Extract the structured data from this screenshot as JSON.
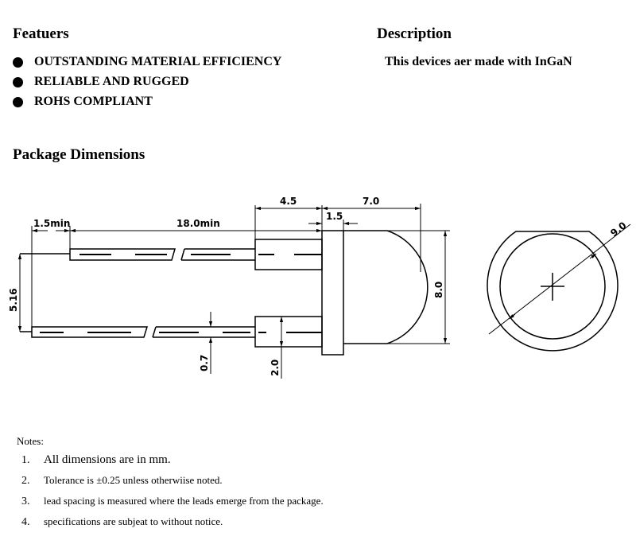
{
  "features": {
    "title": "Featuers",
    "items": [
      "OUTSTANDING MATERIAL EFFICIENCY",
      "RELIABLE AND RUGGED",
      "ROHS COMPLIANT"
    ]
  },
  "description": {
    "title": "Description",
    "text": "This devices aer made with InGaN"
  },
  "package": {
    "title": "Package Dimensions",
    "dims": {
      "lead_min_1": "1.5min",
      "lead_min_2": "18.0min",
      "stub": "4.5",
      "body": "7.0",
      "flange": "1.5",
      "spacing": "5.16",
      "height": "8.0",
      "lead_width": "0.7",
      "stub_height": "2.0",
      "diameter": "9.0"
    }
  },
  "notes": {
    "title": "Notes:",
    "items": [
      {
        "num": "1.",
        "text": "All dimensions are in mm."
      },
      {
        "num": "2.",
        "text": "Tolerance is  ±0.25 unless otherwiise noted."
      },
      {
        "num": "3.",
        "text": "lead spacing is measured where the leads emerge from the package."
      },
      {
        "num": "4.",
        "text": "specifications are subjeat to without notice."
      }
    ]
  }
}
